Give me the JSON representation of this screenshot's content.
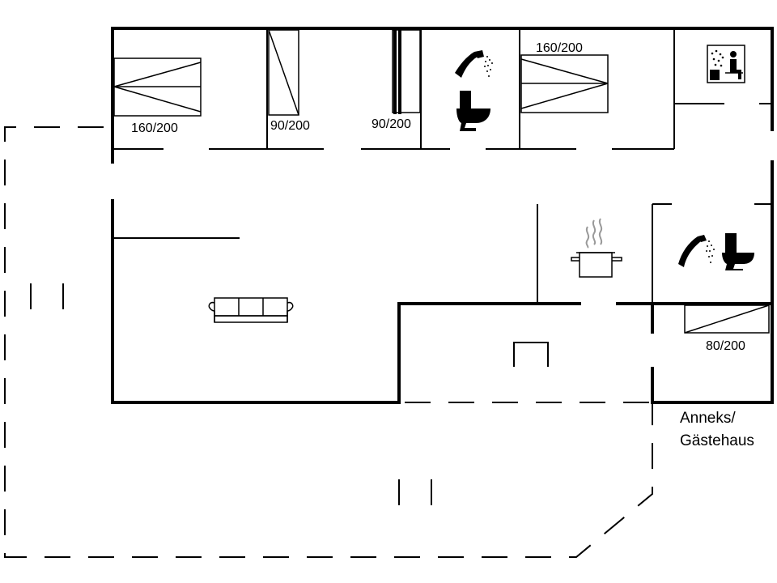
{
  "bed_labels": {
    "bed1": "160/200",
    "bed2": "90/200",
    "bed3": "90/200",
    "bed4": "160/200",
    "bed5": "80/200"
  },
  "annex": {
    "line1": "Anneks/",
    "line2": "Gästehaus"
  },
  "icons": [
    "shower-icon",
    "toilet-icon",
    "sauna-icon",
    "sofa-icon",
    "cooking-pot-icon",
    "bed-icon",
    "fireplace-icon"
  ]
}
